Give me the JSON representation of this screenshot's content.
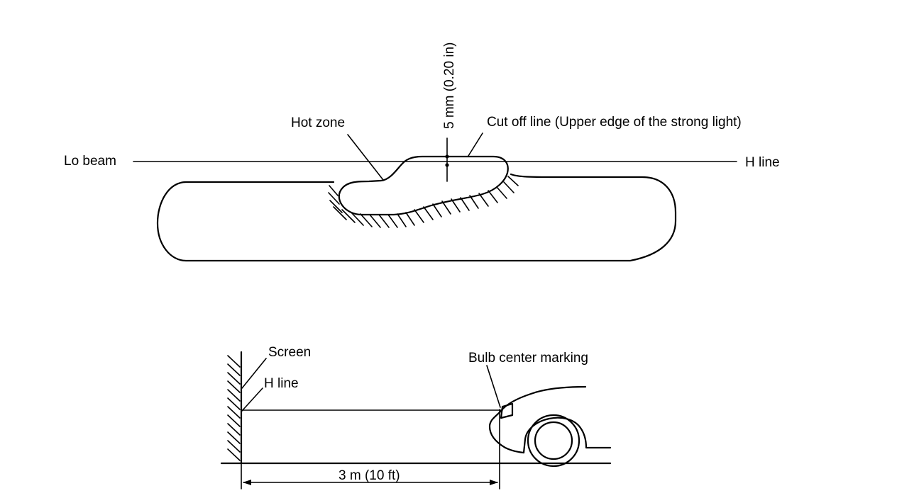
{
  "headlight_pattern": {
    "labels": {
      "hot_zone": "Hot zone",
      "offset": "5 mm (0.20 in)",
      "cut_off_line": "Cut off line (Upper edge of the strong light)",
      "lo_beam": "Lo beam",
      "h_line": "H line"
    }
  },
  "aiming_setup": {
    "labels": {
      "screen": "Screen",
      "h_line": "H line",
      "bulb_center_marking": "Bulb center marking",
      "distance": "3 m (10 ft)"
    }
  }
}
